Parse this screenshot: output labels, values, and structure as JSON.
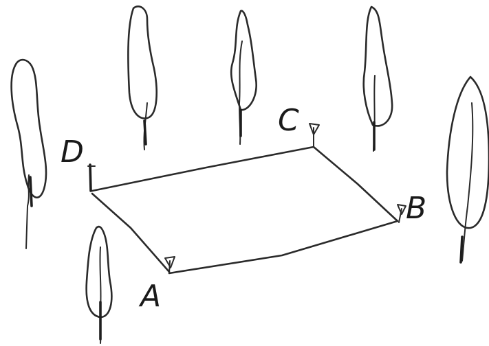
{
  "labels": {
    "A": "A",
    "B": "B",
    "C": "C",
    "D": "D"
  },
  "colors": {
    "ink": "#2a2a2a",
    "background": "#ffffff"
  }
}
